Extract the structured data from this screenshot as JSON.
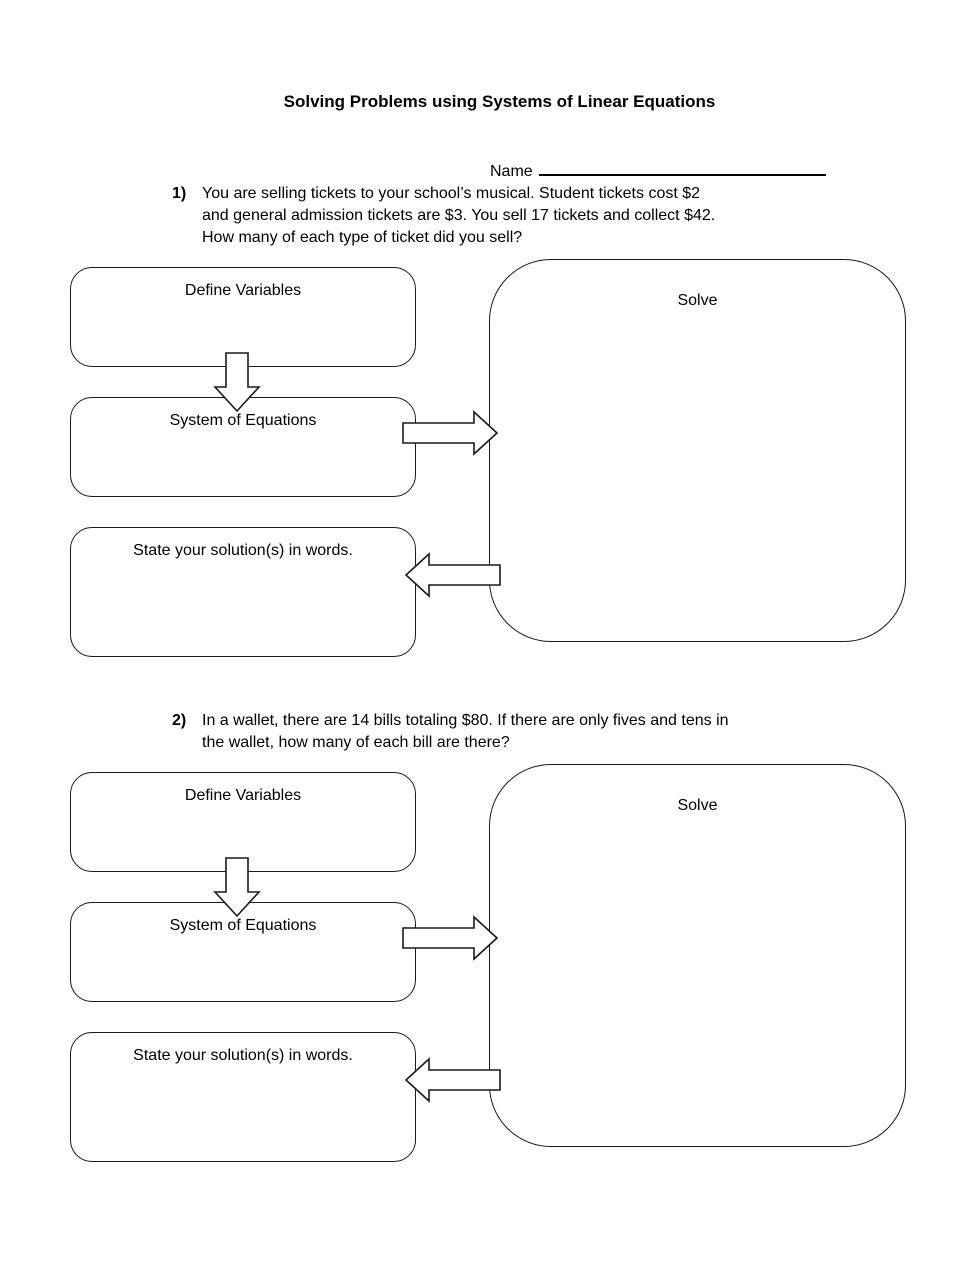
{
  "page": {
    "title": "Solving Problems using Systems of Linear Equations",
    "name_label": "Name"
  },
  "problem1": {
    "number": "1)",
    "text": "You are selling tickets to your school’s musical. Student tickets cost $2\nand general admission tickets are $3. You sell 17 tickets and collect $42.\nHow many of each type of ticket did you sell?"
  },
  "problem2": {
    "number": "2)",
    "text": "In a wallet, there are 14 bills totaling $80. If there are only fives and tens in\nthe wallet, how many of each bill are there?"
  },
  "flowchart": {
    "define_variables": "Define Variables",
    "system_of_equations": "System of Equations",
    "state_solution": "State your solution(s) in words.",
    "solve": "Solve"
  }
}
